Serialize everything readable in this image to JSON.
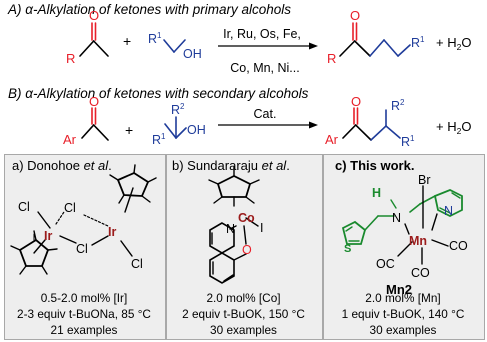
{
  "scheme_a": {
    "title": "A) α-Alkylation of ketones with primary alcohols",
    "reagent_r": "R",
    "reagent_plus": "+",
    "alcohol_r1": "R",
    "alcohol_sup": "1",
    "alcohol_oh": "OH",
    "catalysts_line1": "Ir, Ru, Os, Fe,",
    "catalysts_line2": "Co, Mn, Ni...",
    "product_r": "R",
    "product_r1": "R",
    "product_sup": "1",
    "byproduct": "+ H",
    "byproduct_sub": "2",
    "byproduct_o": "O"
  },
  "scheme_b": {
    "title": "B) α-Alkylation of ketones with secondary alcohols",
    "reagent_ar": "Ar",
    "reagent_plus": "+",
    "alcohol_r1": "R",
    "alcohol_r1_sup": "1",
    "alcohol_r2": "R",
    "alcohol_r2_sup": "2",
    "alcohol_oh": "OH",
    "catalyst": "Cat.",
    "product_ar": "Ar",
    "product_r1": "R",
    "product_r1_sup": "1",
    "product_r2": "R",
    "product_r2_sup": "2",
    "byproduct": "+ H",
    "byproduct_sub": "2",
    "byproduct_o": "O"
  },
  "panel_a": {
    "title_pre": "a) Donohoe ",
    "title_etal": "et al",
    "title_post": ".",
    "atoms": {
      "cl": "Cl",
      "ir": "Ir"
    },
    "loading": "0.5-2.0 mol% [Ir]",
    "conditions": "2-3 equiv t-BuONa, 85 °C",
    "examples": "21 examples"
  },
  "panel_b": {
    "title_pre": "b) Sundararaju ",
    "title_etal": "et al",
    "title_post": ".",
    "atoms": {
      "co": "Co",
      "i": "I",
      "n": "N",
      "o": "O"
    },
    "loading": "2.0 mol% [Co]",
    "conditions": "2 equiv t-BuOK, 150 °C",
    "examples": "30 examples"
  },
  "panel_c": {
    "title": "c) This work.",
    "atoms": {
      "h": "H",
      "n": "N",
      "br": "Br",
      "mn": "Mn",
      "s": "S",
      "oc": "OC",
      "co": "CO"
    },
    "complex_name": "Mn2",
    "loading": "2.0 mol% [Mn]",
    "conditions": "1 equiv t-BuOK, 140 °C",
    "examples": "30 examples"
  },
  "colors": {
    "ketone": "#e8202a",
    "alcohol": "#1f3c9a",
    "metal": "#9b1b1b",
    "ligand": "#1a8a2e",
    "panel_bg": "#eeeeee",
    "panel_border": "#a8a8a8"
  }
}
